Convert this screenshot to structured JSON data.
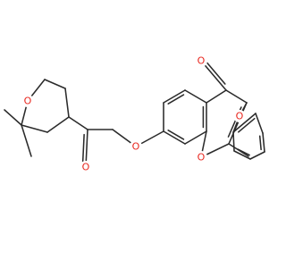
{
  "molecule": {
    "atoms": [
      {
        "id": "O-oxane",
        "symbol": "O",
        "show": true
      },
      {
        "id": "O-ketone",
        "symbol": "O",
        "show": true
      },
      {
        "id": "O-ether-7",
        "symbol": "O",
        "show": true
      },
      {
        "id": "O-carbonyl-4",
        "symbol": "O",
        "show": true
      },
      {
        "id": "O-phenoxy",
        "symbol": "O",
        "show": true
      },
      {
        "id": "O-ring-1",
        "symbol": "O",
        "show": true
      }
    ],
    "colors": {
      "bond": "#2b2b2b",
      "oxygen": "#e8261e",
      "background": "#ffffff"
    }
  }
}
